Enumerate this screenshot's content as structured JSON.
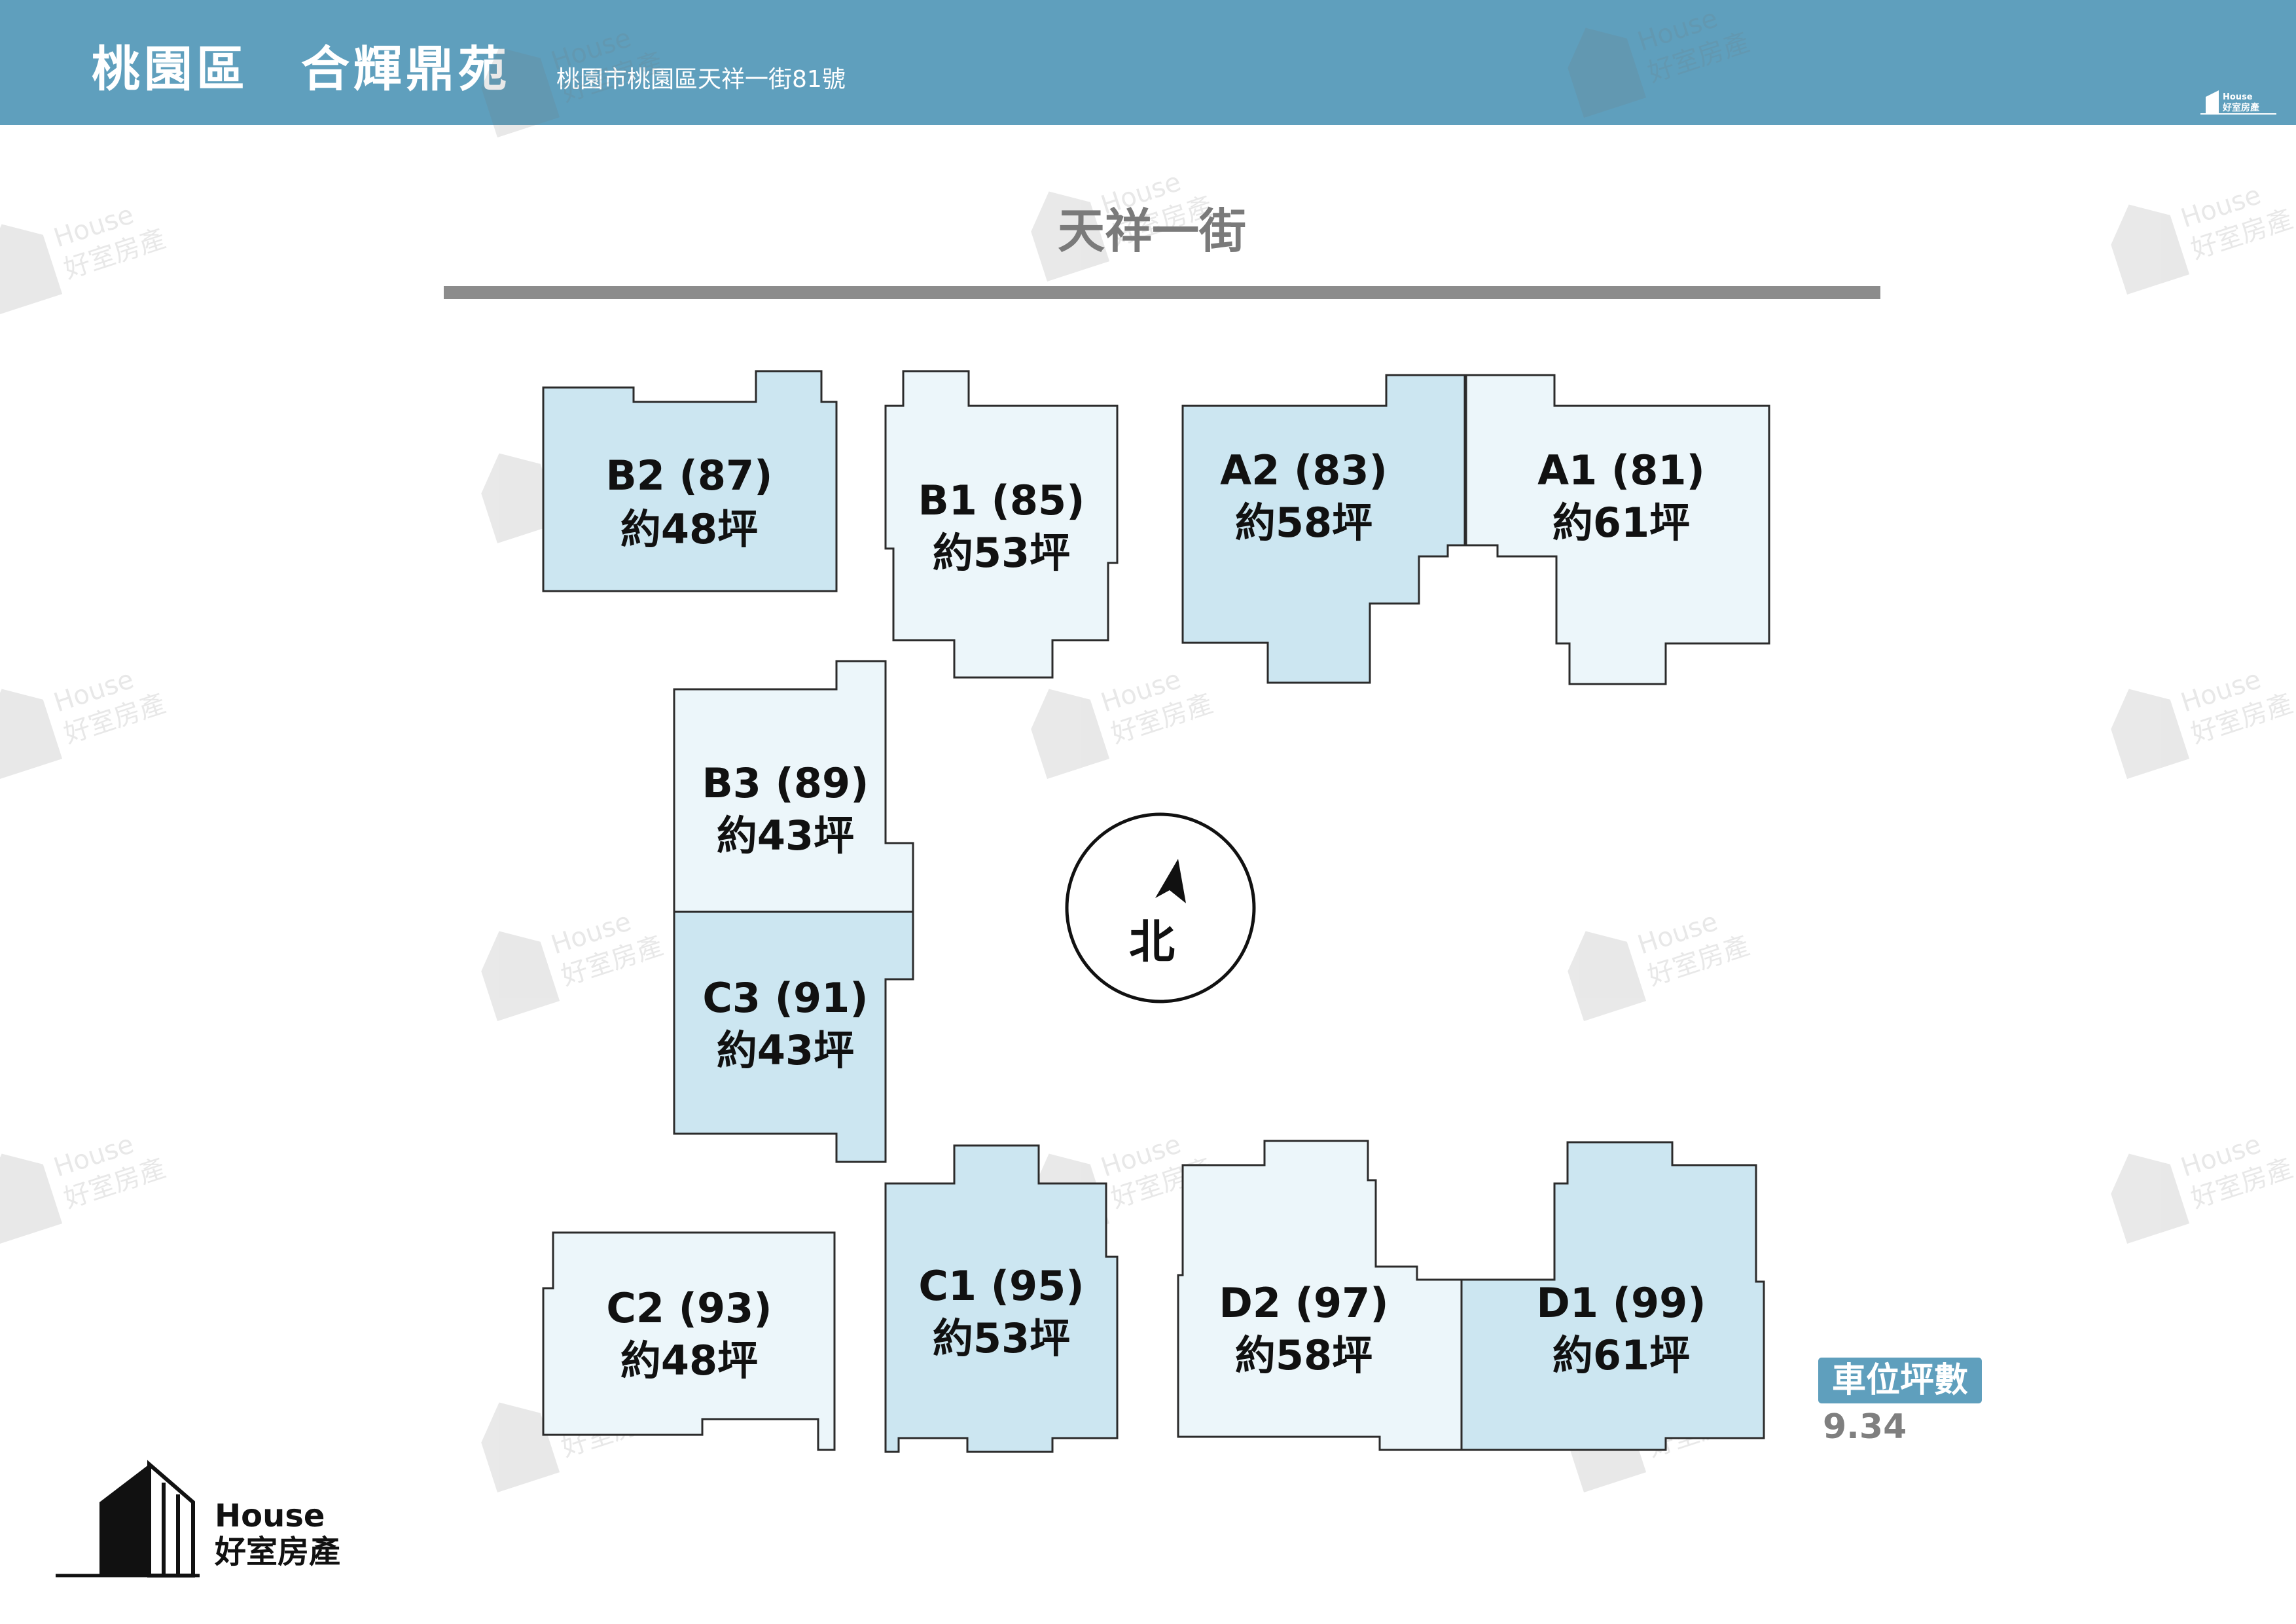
{
  "header": {
    "title": "桃園區　合輝鼎苑",
    "address": "桃園市桃園區天祥一街81號"
  },
  "street": {
    "name": "天祥一街"
  },
  "compass": {
    "label": "北"
  },
  "buildings": [
    {
      "id": "B2",
      "number": "B2 (87)",
      "area": "約48坪",
      "color": "#cce6f1"
    },
    {
      "id": "B1",
      "number": "B1 (85)",
      "area": "約53坪",
      "color": "#ecf6fa"
    },
    {
      "id": "A2",
      "number": "A2 (83)",
      "area": "約58坪",
      "color": "#cce6f1"
    },
    {
      "id": "A1",
      "number": "A1 (81)",
      "area": "約61坪",
      "color": "#ecf6fa"
    },
    {
      "id": "B3",
      "number": "B3 (89)",
      "area": "約43坪",
      "color": "#ecf6fa"
    },
    {
      "id": "C3",
      "number": "C3 (91)",
      "area": "約43坪",
      "color": "#cce6f1"
    },
    {
      "id": "C2",
      "number": "C2 (93)",
      "area": "約48坪",
      "color": "#ecf6fa"
    },
    {
      "id": "C1",
      "number": "C1 (95)",
      "area": "約53坪",
      "color": "#cce6f1"
    },
    {
      "id": "D2",
      "number": "D2 (97)",
      "area": "約58坪",
      "color": "#ecf6fa"
    },
    {
      "id": "D1",
      "number": "D1 (99)",
      "area": "約61坪",
      "color": "#cce6f1"
    }
  ],
  "parking": {
    "label": "車位坪數",
    "value": "9.34"
  },
  "brand": {
    "name_en": "House",
    "name_zh": "好室房產"
  },
  "watermark": {
    "text_en": "House",
    "text_zh": "好室房產"
  },
  "colors": {
    "header": "#5f9fbd",
    "unit_dark": "#cce6f1",
    "unit_light": "#ecf6fa",
    "street_bar": "#8c8c8c"
  }
}
